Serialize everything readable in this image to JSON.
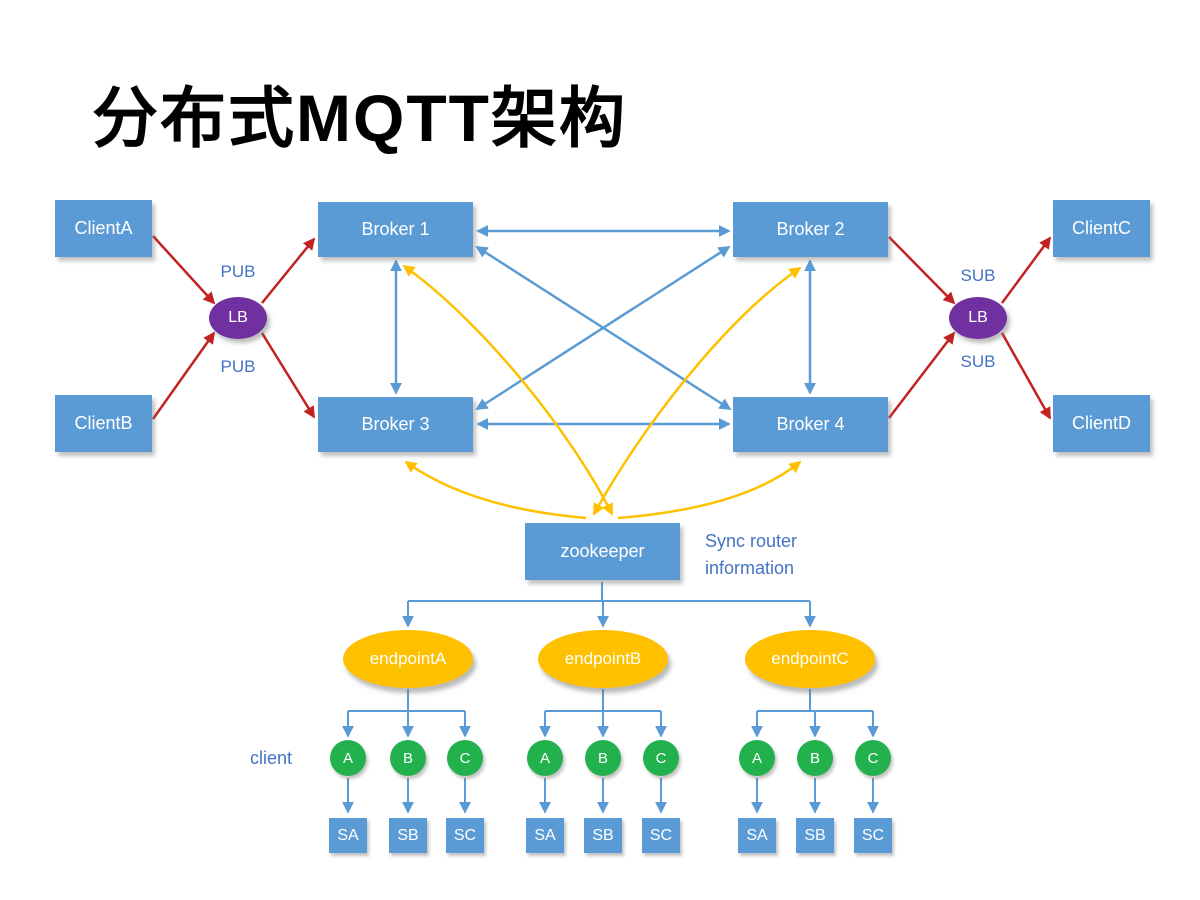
{
  "title": "分布式MQTT架构",
  "colors": {
    "node_blue": "#5B9BD5",
    "arrow_red": "#C32222",
    "arrow_yellow": "#FFC000",
    "node_green": "#22B14C",
    "node_purple": "#7030A0",
    "node_orange": "#FFC000",
    "label_blue": "#4472C4"
  },
  "clients": {
    "a": "ClientA",
    "b": "ClientB",
    "c": "ClientC",
    "d": "ClientD"
  },
  "lb": {
    "left": "LB",
    "right": "LB"
  },
  "pubsub": {
    "pub_top": "PUB",
    "pub_bottom": "PUB",
    "sub_top": "SUB",
    "sub_bottom": "SUB"
  },
  "brokers": {
    "b1": "Broker 1",
    "b2": "Broker 2",
    "b3": "Broker 3",
    "b4": "Broker 4"
  },
  "zookeeper": {
    "label": "zookeeper",
    "note_line1": "Sync router",
    "note_line2": "information"
  },
  "client_row_label": "client",
  "endpoints": [
    {
      "label": "endpointA",
      "nodes": [
        "A",
        "B",
        "C"
      ],
      "subs": [
        "SA",
        "SB",
        "SC"
      ]
    },
    {
      "label": "endpointB",
      "nodes": [
        "A",
        "B",
        "C"
      ],
      "subs": [
        "SA",
        "SB",
        "SC"
      ]
    },
    {
      "label": "endpointC",
      "nodes": [
        "A",
        "B",
        "C"
      ],
      "subs": [
        "SA",
        "SB",
        "SC"
      ]
    }
  ]
}
